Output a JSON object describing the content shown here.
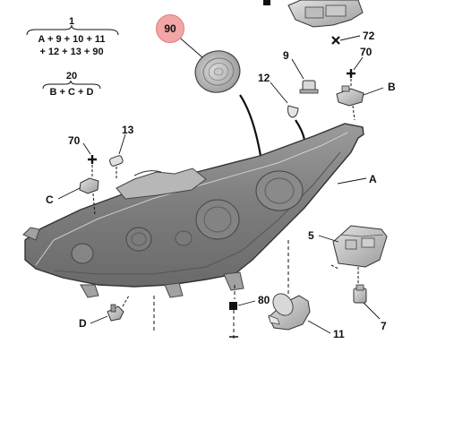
{
  "groups": [
    {
      "number": "1",
      "line1": "A + 9 + 10 + 11",
      "line2": "+ 12 + 13 + 90"
    },
    {
      "number": "20",
      "line1": "B + C + D"
    }
  ],
  "highlighted_label": "90",
  "labels": {
    "n72": "72",
    "n70_right": "70",
    "n9": "9",
    "n12": "12",
    "B": "B",
    "n70_left": "70",
    "n13": "13",
    "C": "C",
    "A": "A",
    "n5": "5",
    "n80": "80",
    "D": "D",
    "n7": "7",
    "n11": "11"
  },
  "colors": {
    "highlight": "#f2a6a6",
    "highlight_border": "#e07b7b",
    "lens": "#8a8a8a",
    "line": "#111111"
  }
}
